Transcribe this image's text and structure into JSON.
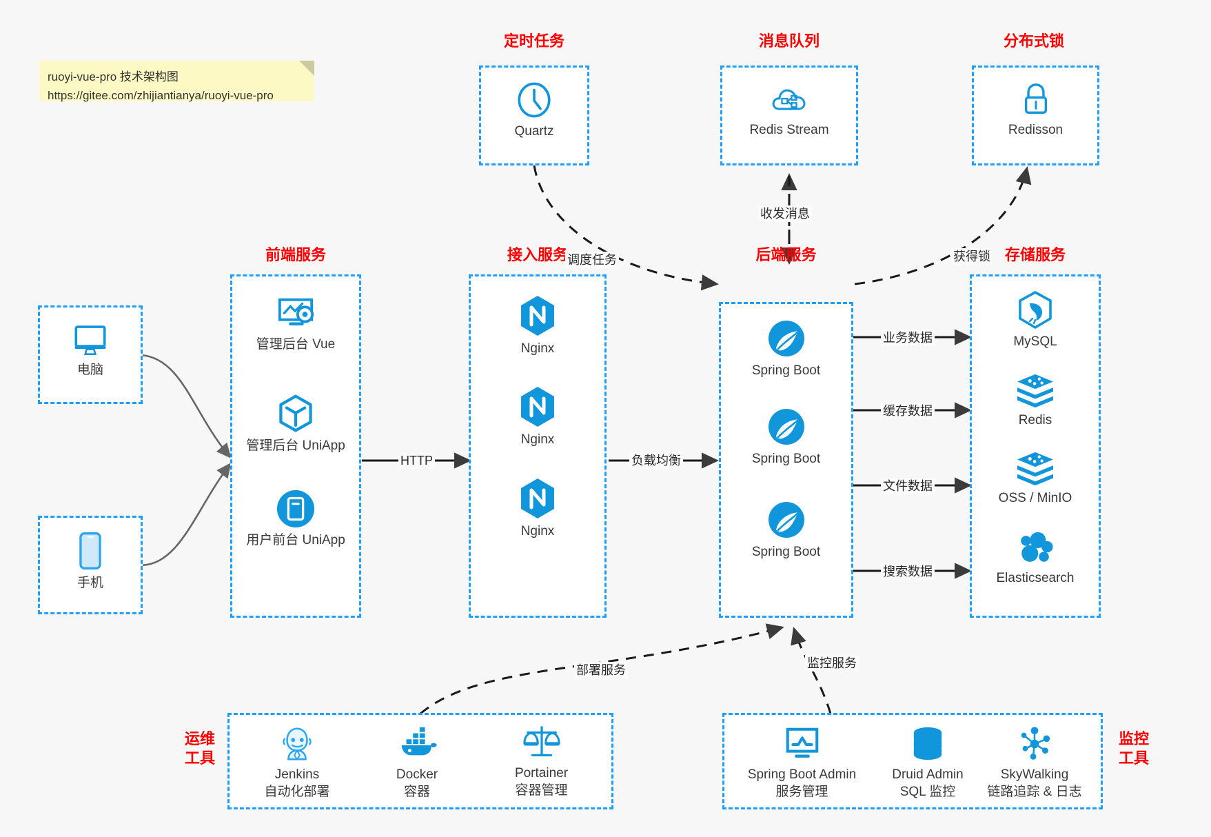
{
  "note": {
    "line1": "ruoyi-vue-pro 技术架构图",
    "line2": "https://gitee.com/zhijiantianya/ruoyi-vue-pro"
  },
  "colors": {
    "accent": "#1e9fff",
    "title": "#ff0000",
    "background": "#f7f7f7",
    "box": "#ffffff",
    "text": "#3a3a3a",
    "note_bg": "#fcf9c4"
  },
  "groups": {
    "scheduler": {
      "title": "定时任务",
      "nodes": [
        {
          "label": "Quartz",
          "icon": "clock-icon"
        }
      ]
    },
    "mq": {
      "title": "消息队列",
      "nodes": [
        {
          "label": "Redis Stream",
          "icon": "cloud-stream-icon"
        }
      ]
    },
    "lock": {
      "title": "分布式锁",
      "nodes": [
        {
          "label": "Redisson",
          "icon": "padlock-icon"
        }
      ]
    },
    "clients": {
      "nodes": [
        {
          "label": "电脑",
          "icon": "desktop-icon"
        },
        {
          "label": "手机",
          "icon": "mobile-icon"
        }
      ]
    },
    "frontend": {
      "title": "前端服务",
      "nodes": [
        {
          "label": "管理后台 Vue",
          "icon": "dashboard-gear-icon"
        },
        {
          "label": "管理后台 UniApp",
          "icon": "cube-icon"
        },
        {
          "label": "用户前台 UniApp",
          "icon": "app-window-icon"
        }
      ]
    },
    "gateway": {
      "title": "接入服务",
      "nodes": [
        {
          "label": "Nginx",
          "icon": "nginx-icon"
        },
        {
          "label": "Nginx",
          "icon": "nginx-icon"
        },
        {
          "label": "Nginx",
          "icon": "nginx-icon"
        }
      ]
    },
    "backend": {
      "title": "后端服务",
      "nodes": [
        {
          "label": "Spring Boot",
          "icon": "spring-leaf-icon"
        },
        {
          "label": "Spring Boot",
          "icon": "spring-leaf-icon"
        },
        {
          "label": "Spring Boot",
          "icon": "spring-leaf-icon"
        }
      ]
    },
    "storage": {
      "title": "存储服务",
      "nodes": [
        {
          "label": "MySQL",
          "icon": "mysql-dolphin-icon"
        },
        {
          "label": "Redis",
          "icon": "redis-stack-icon"
        },
        {
          "label": "OSS / MinIO",
          "icon": "redis-stack-icon"
        },
        {
          "label": "Elasticsearch",
          "icon": "elasticsearch-icon"
        }
      ]
    },
    "devops": {
      "title_line1": "运维",
      "title_line2": "工具",
      "nodes": [
        {
          "label": "Jenkins",
          "sublabel": "自动化部署",
          "icon": "jenkins-butler-icon"
        },
        {
          "label": "Docker",
          "sublabel": "容器",
          "icon": "docker-whale-icon"
        },
        {
          "label": "Portainer",
          "sublabel": "容器管理",
          "icon": "scales-icon"
        }
      ]
    },
    "monitor": {
      "title_line1": "监控",
      "title_line2": "工具",
      "nodes": [
        {
          "label": "Spring Boot Admin",
          "sublabel": "服务管理",
          "icon": "monitor-chart-icon"
        },
        {
          "label": "Druid Admin",
          "sublabel": "SQL 监控",
          "icon": "database-icon"
        },
        {
          "label": "SkyWalking",
          "sublabel": "链路追踪 & 日志",
          "icon": "skywalking-node-icon"
        }
      ]
    }
  },
  "edges": {
    "schedule_task": "调度任务",
    "send_receive_message": "收发消息",
    "acquire_lock": "获得锁",
    "http": "HTTP",
    "load_balance": "负载均衡",
    "business_data": "业务数据",
    "cache_data": "缓存数据",
    "file_data": "文件数据",
    "search_data": "搜索数据",
    "deploy_service": "部署服务",
    "monitor_service": "监控服务"
  }
}
